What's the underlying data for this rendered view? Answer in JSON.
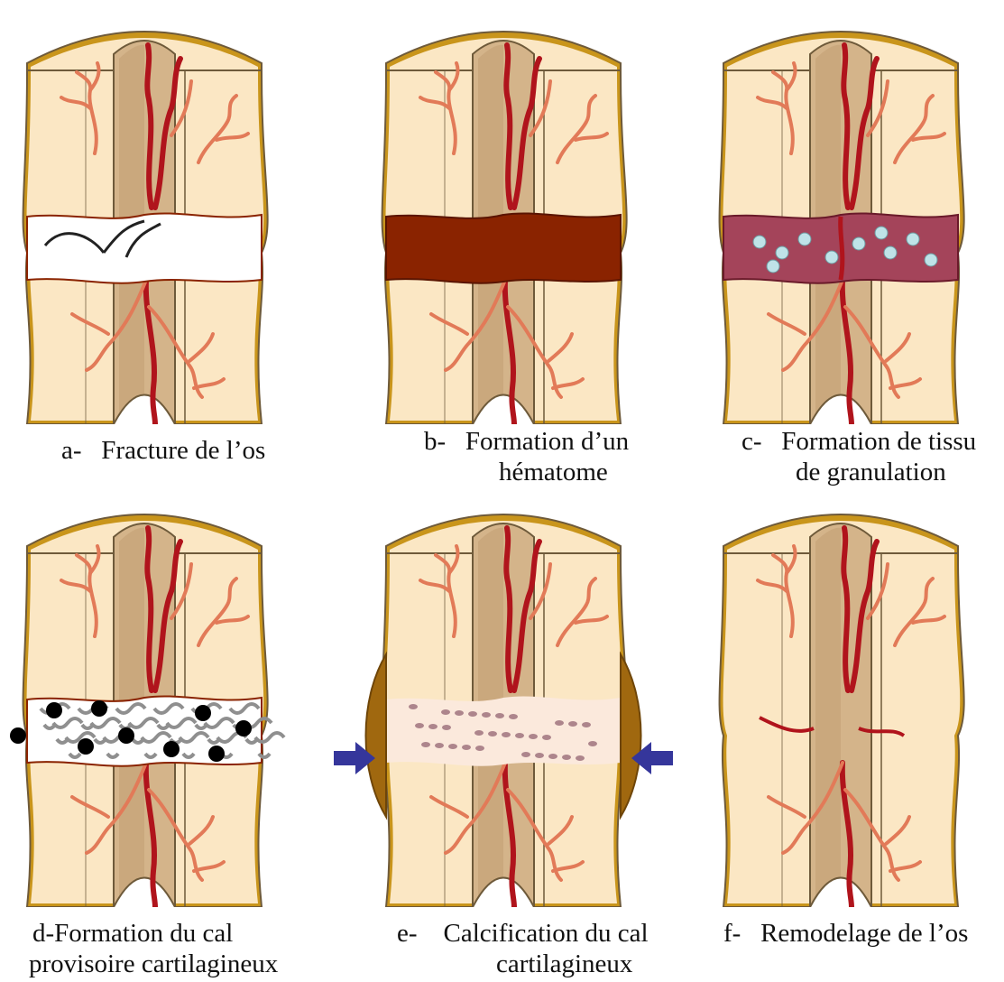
{
  "panels": [
    {
      "id": "a",
      "prefix": "a-",
      "line1": "Fracture de l’os",
      "line2": "",
      "stage": "fracture"
    },
    {
      "id": "b",
      "prefix": "b-",
      "line1": "Formation d’un",
      "line2": "hématome",
      "stage": "hematoma"
    },
    {
      "id": "c",
      "prefix": "c-",
      "line1": "Formation de tissu",
      "line2": "de granulation",
      "stage": "granulation"
    },
    {
      "id": "d",
      "prefix": "d-",
      "line1": "Formation du cal",
      "line2": "provisoire cartilagineux",
      "stage": "cartilage"
    },
    {
      "id": "e",
      "prefix": "e-",
      "line1": "Calcification du cal",
      "line2": "cartilagineux",
      "stage": "calcification"
    },
    {
      "id": "f",
      "prefix": "f-",
      "line1": "Remodelage de l’os",
      "line2": "",
      "stage": "remodel"
    }
  ],
  "colors": {
    "bone_outer": "#fbe7c4",
    "bone_outline": "#6e5a3a",
    "marrow": "#d4b48a",
    "marrow_dark": "#b89263",
    "periosteum": "#c9951b",
    "vessel": "#b0141c",
    "vessel_light": "#e27a58",
    "hematoma": "#8a2300",
    "granulation": "#a4445a",
    "granulation_cell": "#bfe3e8",
    "cartilage_net": "#8f8f8f",
    "chondrocyte": "#000000",
    "callus": "#a0680f",
    "arrow": "#35369b",
    "calc_spot": "#8b5a6a"
  },
  "icons": [
    "arrow-right-icon",
    "arrow-left-icon"
  ]
}
